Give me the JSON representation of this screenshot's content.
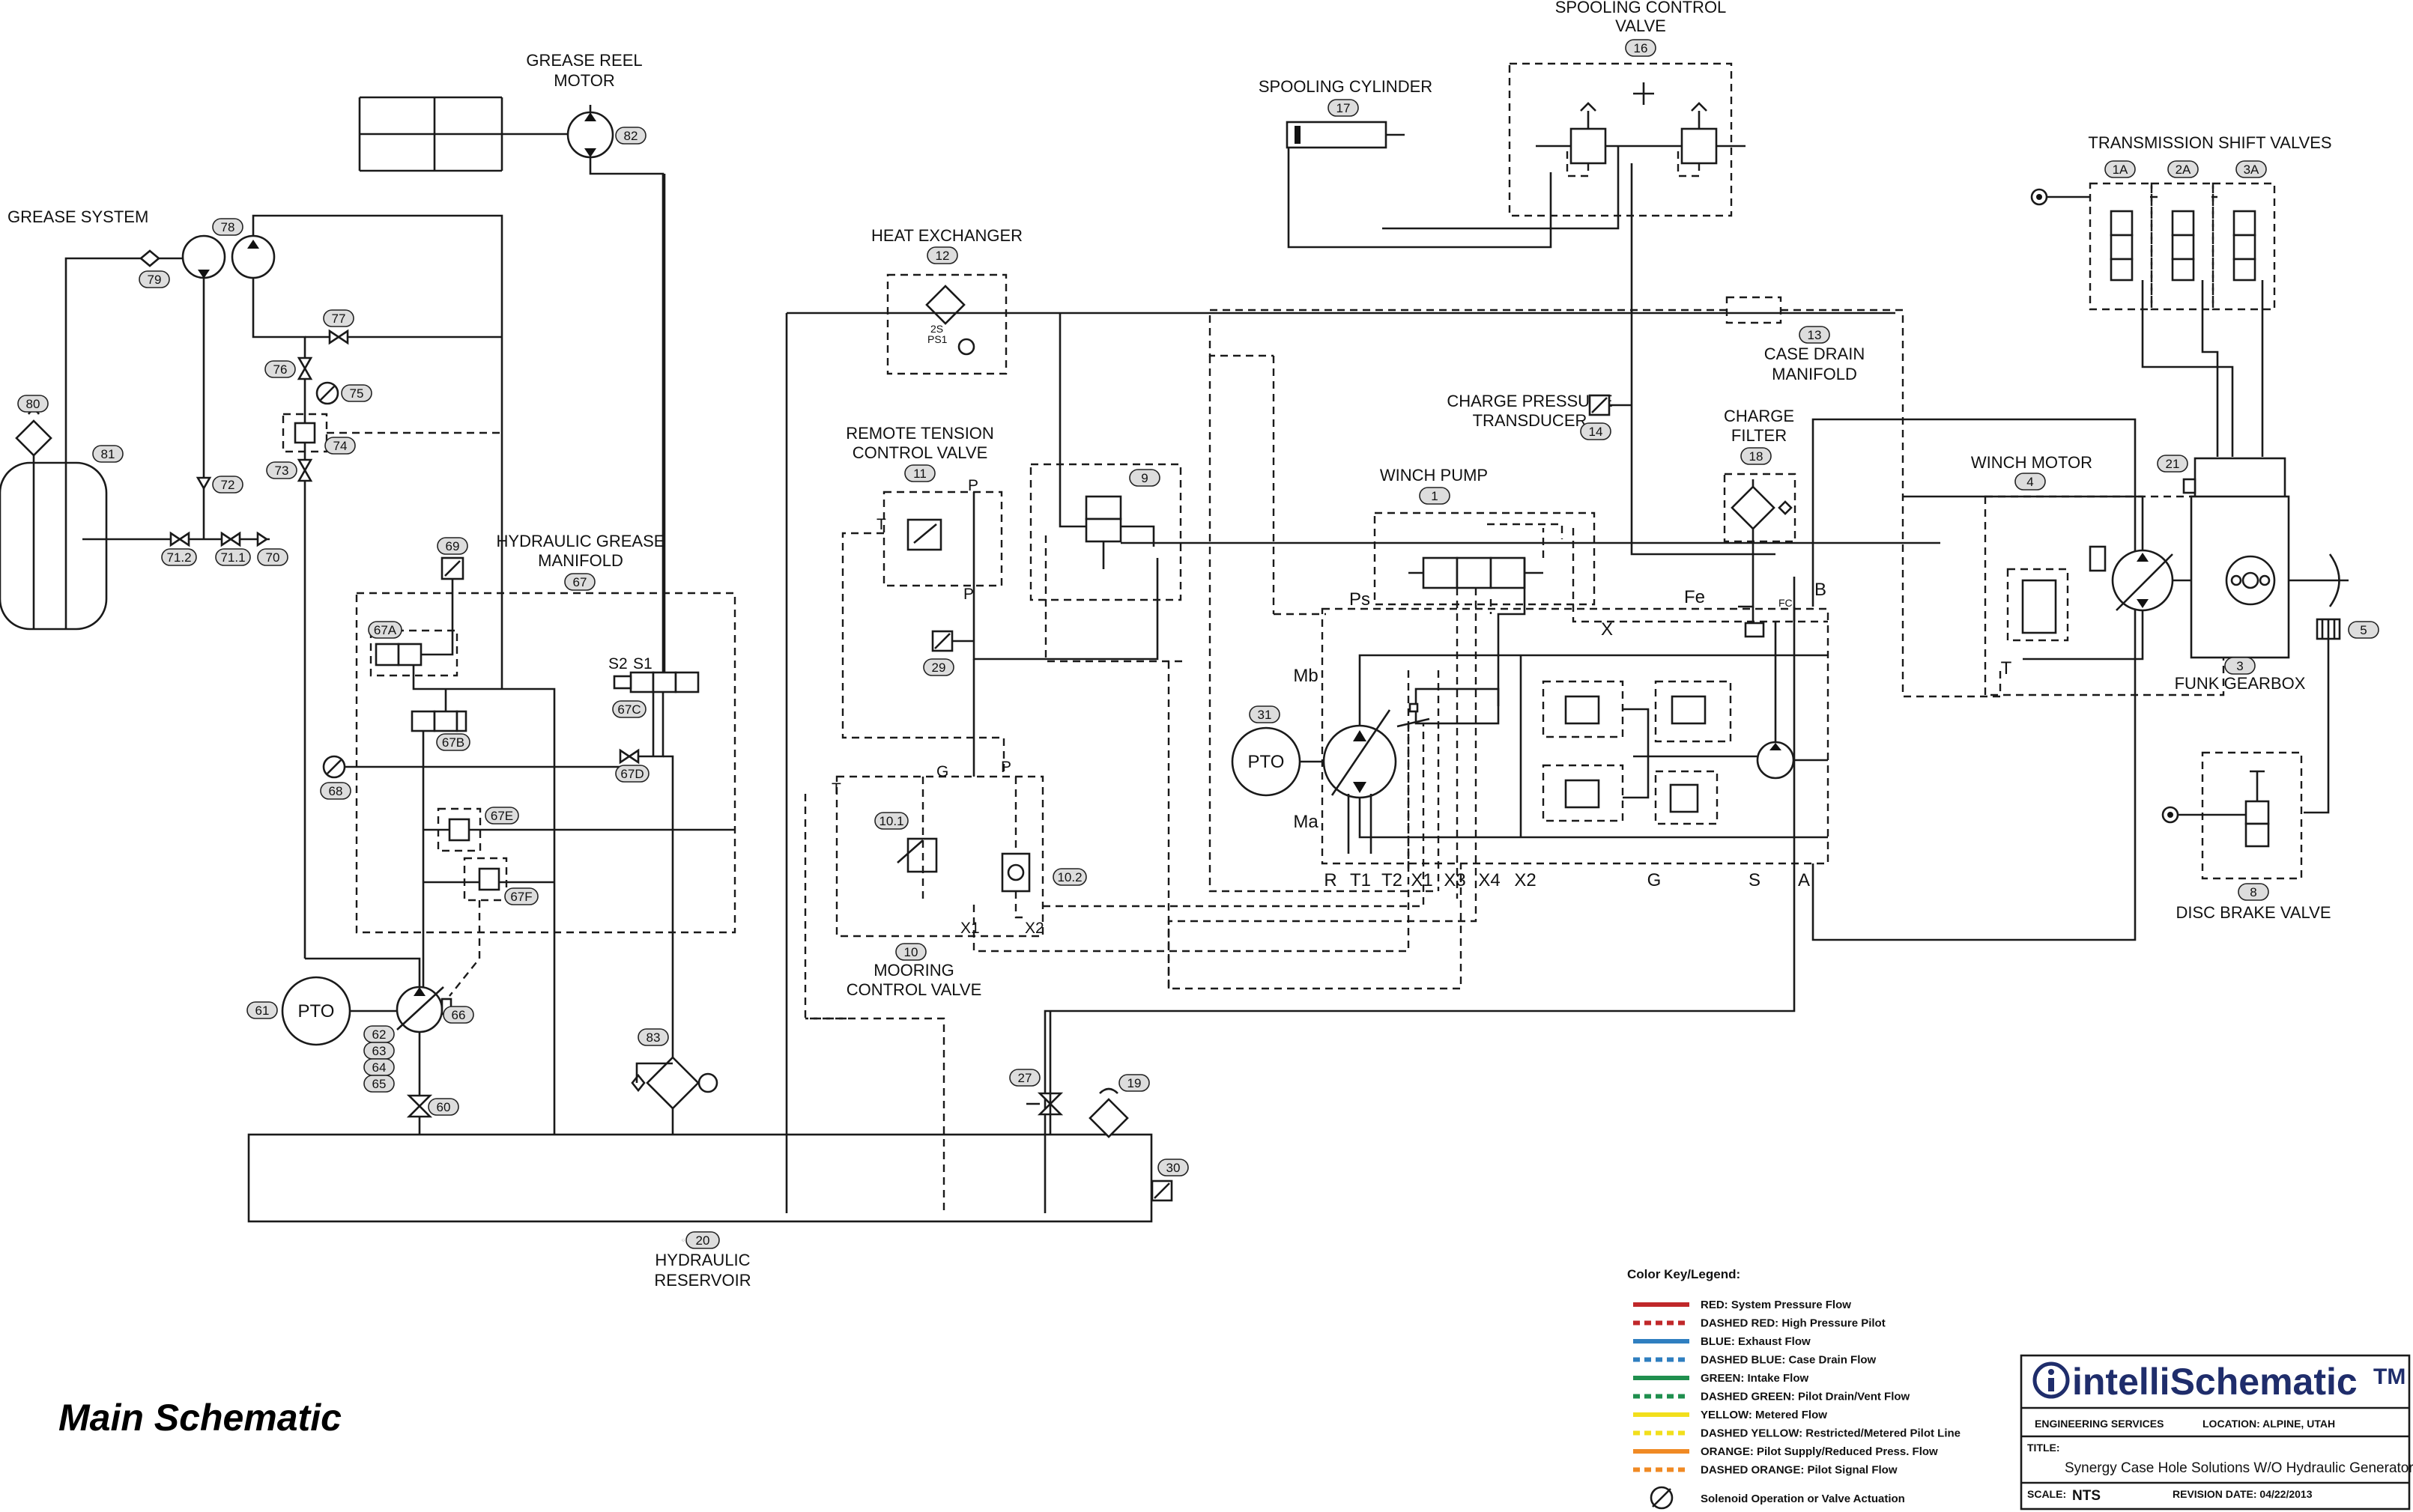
{
  "title": "Main Schematic",
  "components": {
    "grease_system": "GREASE SYSTEM",
    "grease_reel_motor": "GREASE REEL",
    "grease_reel_motor_2": "MOTOR",
    "hydraulic_grease_manifold": "HYDRAULIC GREASE",
    "hydraulic_grease_manifold_2": "MANIFOLD",
    "heat_exchanger": "HEAT EXCHANGER",
    "spooling_cylinder": "SPOOLING CYLINDER",
    "spooling_control_valve": "SPOOLING CONTROL",
    "spooling_control_valve_2": "VALVE",
    "transmission_shift_valves": "TRANSMISSION SHIFT VALVES",
    "case_drain_manifold": "CASE DRAIN",
    "case_drain_manifold_2": "MANIFOLD",
    "charge_pressure_transducer": "CHARGE PRESSURE",
    "charge_pressure_transducer_2": "TRANSDUCER",
    "charge_filter": "CHARGE",
    "charge_filter_2": "FILTER",
    "remote_tension_valve": "REMOTE TENSION",
    "remote_tension_valve_2": "CONTROL VALVE",
    "winch_pump": "WINCH PUMP",
    "winch_motor": "WINCH MOTOR",
    "funk_gearbox": "FUNK GEARBOX",
    "disc_brake_valve": "DISC BRAKE VALVE",
    "mooring_control_valve": "MOORING",
    "mooring_control_valve_2": "CONTROL VALVE",
    "hydraulic_reservoir": "HYDRAULIC",
    "hydraulic_reservoir_2": "RESERVOIR",
    "pto_winch": "PTO",
    "pto_grease": "PTO"
  },
  "tags": {
    "t16": "16",
    "t17": "17",
    "t82": "82",
    "t78": "78",
    "t79": "79",
    "t77": "77",
    "t76": "76",
    "t75": "75",
    "t74": "74",
    "t73": "73",
    "t72": "72",
    "t80": "80",
    "t81": "81",
    "t71_2": "71.2",
    "t71_1": "71.1",
    "t70": "70",
    "t69": "69",
    "t67": "67",
    "t67a": "67A",
    "t67b": "67B",
    "t67c": "67C",
    "t67d": "67D",
    "t67e": "67E",
    "t67f": "67F",
    "t68": "68",
    "t61": "61",
    "t66": "66",
    "t62": "62",
    "t63": "63",
    "t64": "64",
    "t65": "65",
    "t60": "60",
    "t83": "83",
    "t20": "20",
    "t12": "12",
    "t11": "11",
    "t9": "9",
    "t29": "29",
    "t10": "10",
    "t10_1": "10.1",
    "t10_2": "10.2",
    "t13": "13",
    "t14": "14",
    "t18": "18",
    "t1": "1",
    "t31": "31",
    "t27": "27",
    "t19": "19",
    "t30": "30",
    "t1a": "1A",
    "t2a": "2A",
    "t3a": "3A",
    "t21": "21",
    "t4": "4",
    "t3": "3",
    "t5": "5",
    "t8": "8"
  },
  "ports": {
    "p_ps": "Ps",
    "p_ma": "Ma",
    "p_mb": "Mb",
    "p_r": "R",
    "p_t1": "T1",
    "p_t2": "T2",
    "p_x1": "X1",
    "p_x3": "X3",
    "p_x4": "X4",
    "p_x2": "X2",
    "p_g": "G",
    "p_s": "S",
    "p_a": "A",
    "p_b": "B",
    "p_x": "X",
    "p_fc": "FC",
    "p_fe": "Fe",
    "p_t_motor": "T",
    "p_s2": "S2",
    "p_s1": "S1",
    "p_rt_p": "P",
    "p_rt_t": "T",
    "p_rt_p2": "P",
    "p_mc_g": "G",
    "p_mc_t": "T",
    "p_mc_p": "P",
    "p_mc_x1": "X1",
    "p_mc_x2": "X2",
    "p_2s": "2S",
    "p_ps1": "PS1"
  },
  "legend": {
    "heading": "Color Key/Legend:",
    "items": [
      {
        "label": "RED: System Pressure Flow",
        "color": "#c0282a",
        "dashed": false
      },
      {
        "label": "DASHED RED: High Pressure Pilot",
        "color": "#c0282a",
        "dashed": true
      },
      {
        "label": "BLUE: Exhaust Flow",
        "color": "#2f7fc0",
        "dashed": false
      },
      {
        "label": "DASHED BLUE: Case Drain Flow",
        "color": "#2f7fc0",
        "dashed": true
      },
      {
        "label": "GREEN: Intake Flow",
        "color": "#1f8f4e",
        "dashed": false
      },
      {
        "label": "DASHED GREEN: Pilot Drain/Vent Flow",
        "color": "#1f8f4e",
        "dashed": true
      },
      {
        "label": "YELLOW: Metered Flow",
        "color": "#f2df1c",
        "dashed": false
      },
      {
        "label": "DASHED YELLOW: Restricted/Metered Pilot Line",
        "color": "#f2df1c",
        "dashed": true
      },
      {
        "label": "ORANGE: Pilot Supply/Reduced Press. Flow",
        "color": "#f08a24",
        "dashed": false
      },
      {
        "label": "DASHED ORANGE: Pilot Signal Flow",
        "color": "#f08a24",
        "dashed": true
      }
    ],
    "solenoid_note": "Solenoid Operation or Valve Actuation"
  },
  "title_block": {
    "logo_prefix": "intelli",
    "logo_main": "Schematic",
    "logo_tm": "TM",
    "services": "ENGINEERING SERVICES",
    "location": "LOCATION: ALPINE, UTAH",
    "title_label": "TITLE:",
    "title_value": "Synergy Case Hole Solutions W/O Hydraulic Generator",
    "scale_label": "SCALE:",
    "scale_value": "NTS",
    "revision": "REVISION DATE: 04/22/2013"
  }
}
